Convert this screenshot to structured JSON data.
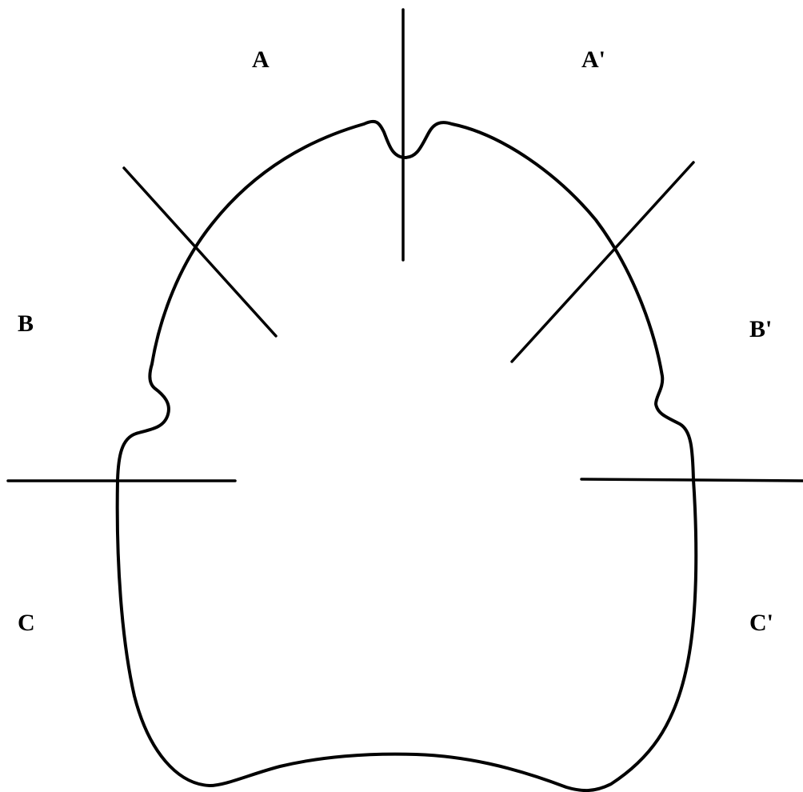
{
  "diagram": {
    "stroke_color": "#000000",
    "background_color": "#ffffff",
    "labels": {
      "a": "A",
      "a_prime": "A'",
      "b": "B",
      "b_prime": "B'",
      "c": "C",
      "c_prime": "C'"
    }
  }
}
